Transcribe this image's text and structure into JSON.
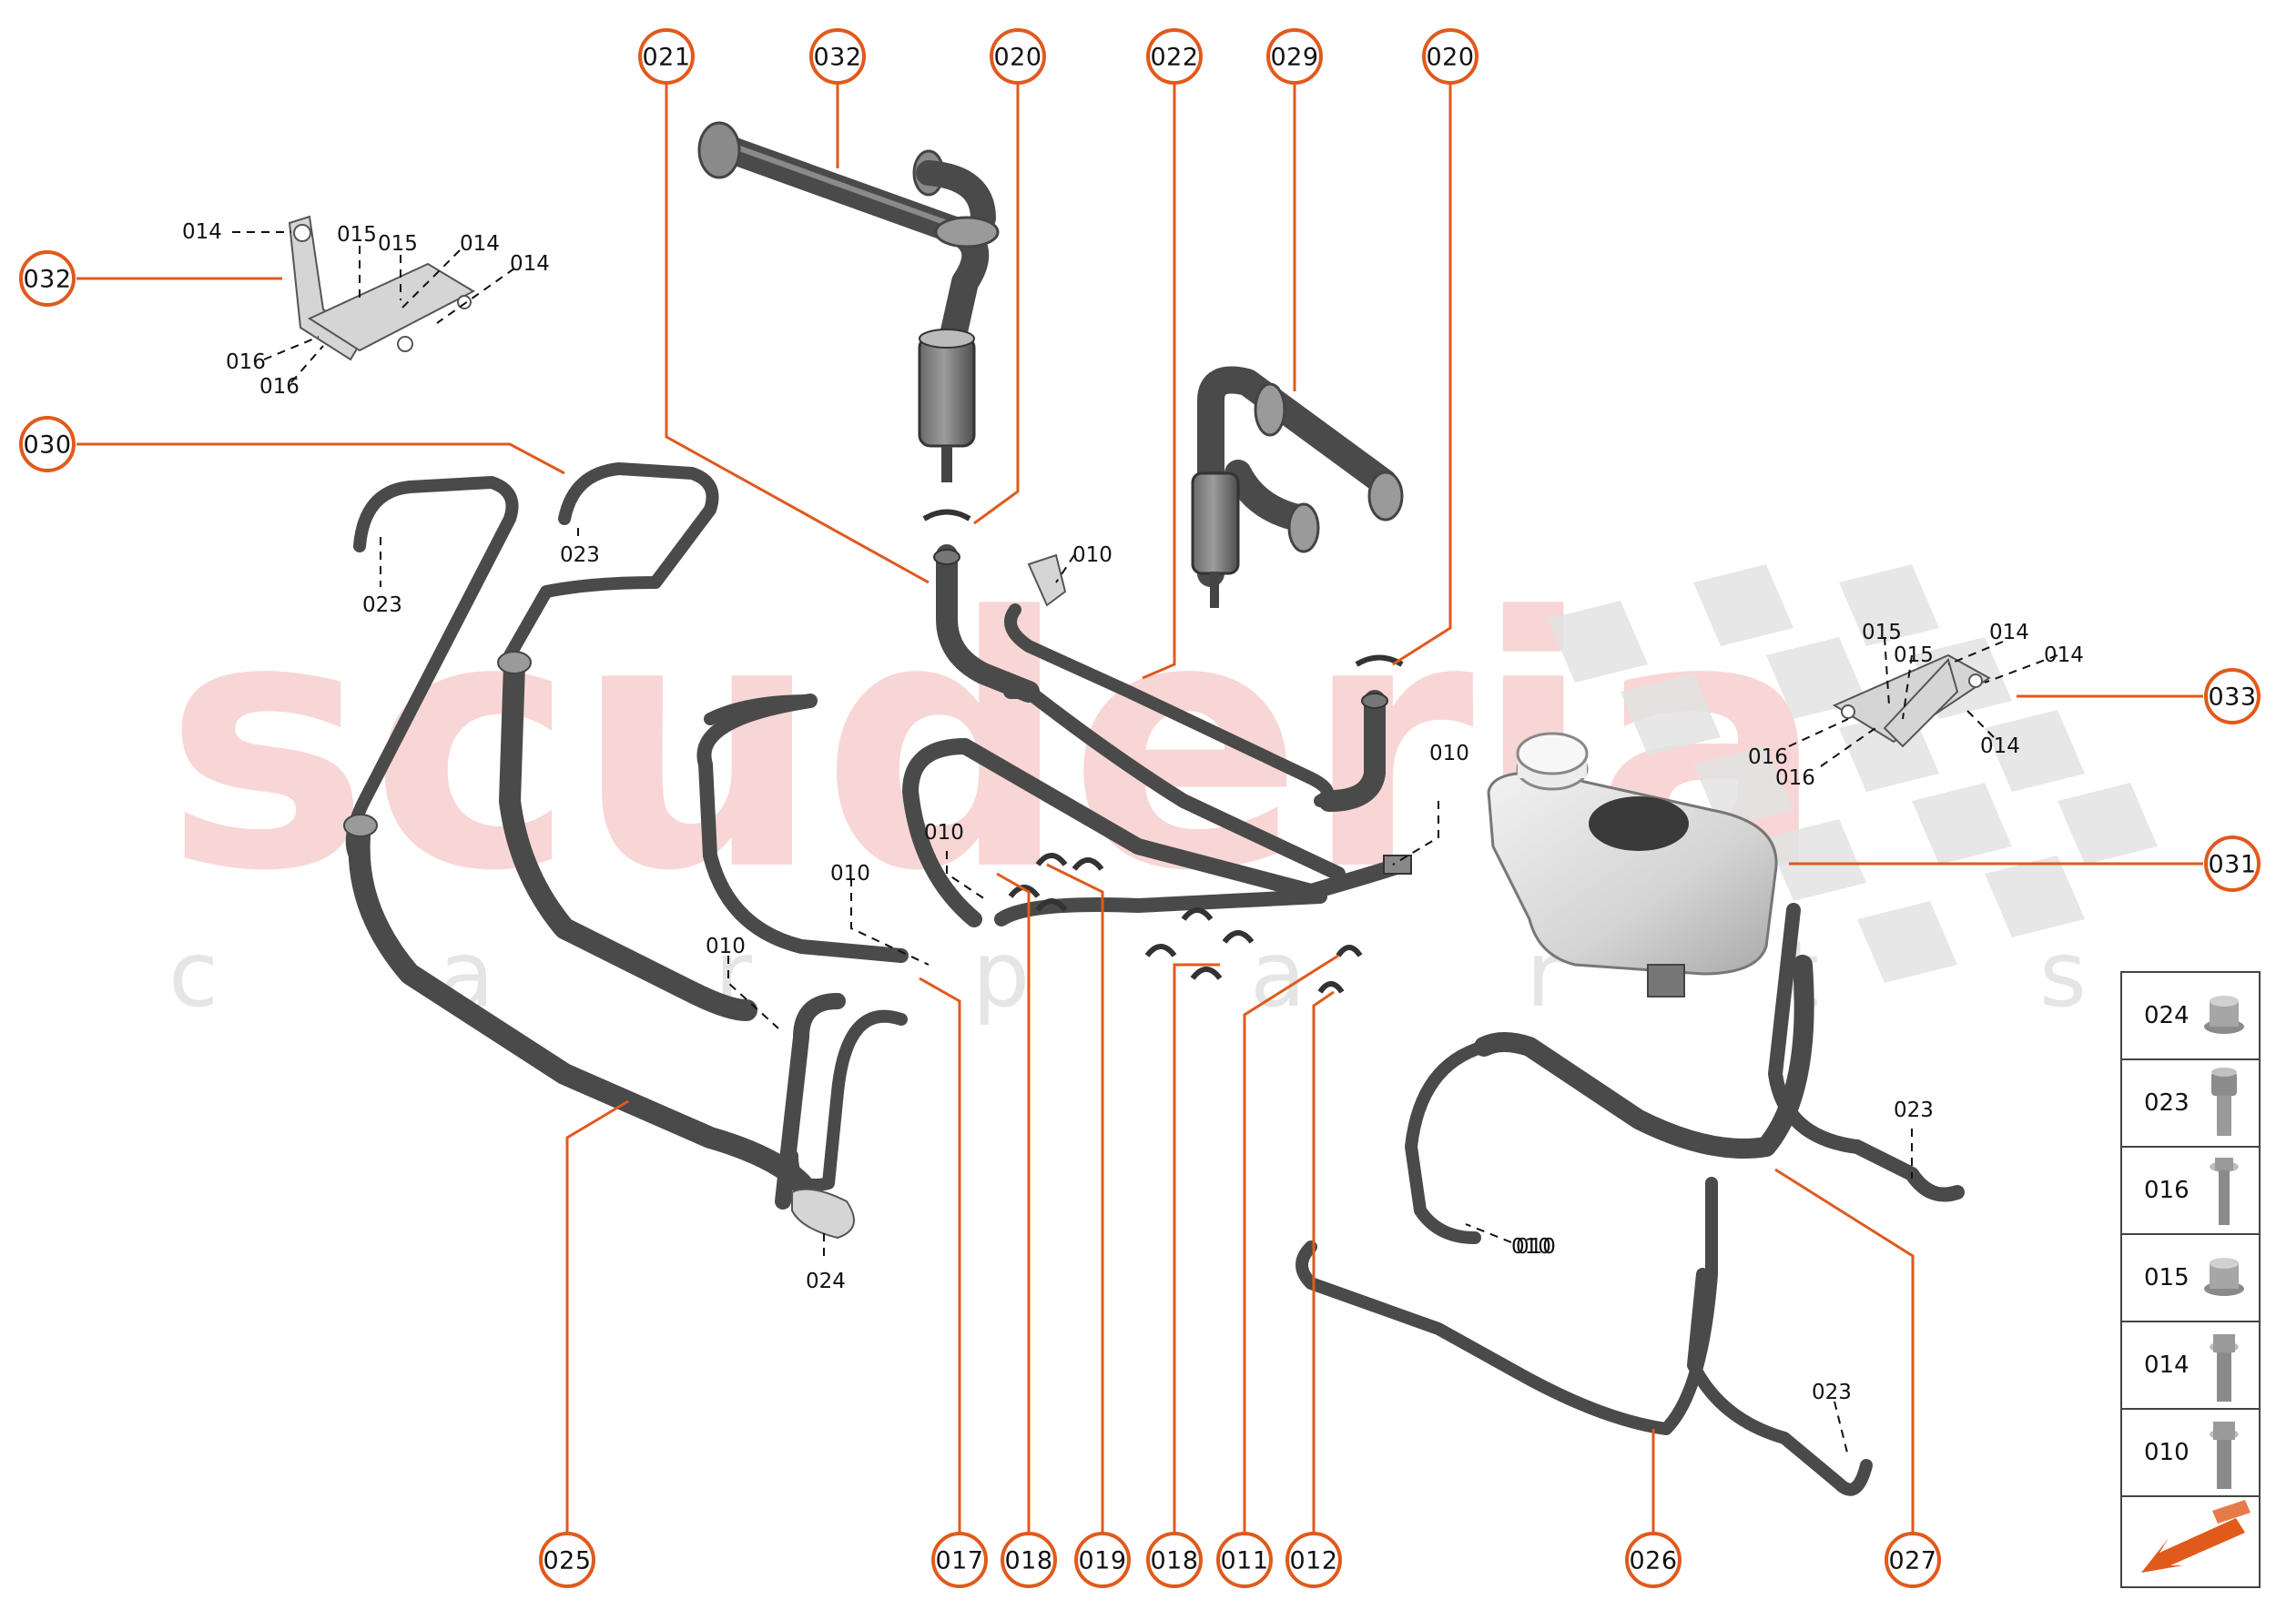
{
  "watermark": {
    "brand": "scuderia",
    "sub": "c a r p a r t s"
  },
  "colors": {
    "accent": "#e05a1c",
    "hose": "#4a4a4a",
    "watermark": "#f6c9c9"
  },
  "callouts": [
    {
      "id": "c021-top",
      "label": "021"
    },
    {
      "id": "c032-top",
      "label": "032"
    },
    {
      "id": "c020-a",
      "label": "020"
    },
    {
      "id": "c022",
      "label": "022"
    },
    {
      "id": "c029",
      "label": "029"
    },
    {
      "id": "c020-b",
      "label": "020"
    },
    {
      "id": "c032-left",
      "label": "032"
    },
    {
      "id": "c030",
      "label": "030"
    },
    {
      "id": "c033",
      "label": "033"
    },
    {
      "id": "c031",
      "label": "031"
    },
    {
      "id": "c025",
      "label": "025"
    },
    {
      "id": "c017",
      "label": "017"
    },
    {
      "id": "c018-a",
      "label": "018"
    },
    {
      "id": "c019",
      "label": "019"
    },
    {
      "id": "c018-b",
      "label": "018"
    },
    {
      "id": "c011",
      "label": "011"
    },
    {
      "id": "c012",
      "label": "012"
    },
    {
      "id": "c026",
      "label": "026"
    },
    {
      "id": "c027",
      "label": "027"
    }
  ],
  "part_labels": [
    "014",
    "015",
    "015",
    "014",
    "014",
    "016",
    "016",
    "023",
    "023",
    "010",
    "010",
    "010",
    "010",
    "010",
    "010",
    "024",
    "015",
    "015",
    "014",
    "014",
    "014",
    "016",
    "016",
    "023",
    "010",
    "023"
  ],
  "legend": [
    {
      "label": "024",
      "icon": "flange-nut-icon"
    },
    {
      "label": "023",
      "icon": "socket-screw-icon"
    },
    {
      "label": "016",
      "icon": "flange-bolt-icon"
    },
    {
      "label": "015",
      "icon": "flange-nut-icon"
    },
    {
      "label": "014",
      "icon": "flange-bolt-icon"
    },
    {
      "label": "010",
      "icon": "flange-bolt-icon"
    }
  ],
  "legend_footer_icon": "direction-arrow-icon"
}
